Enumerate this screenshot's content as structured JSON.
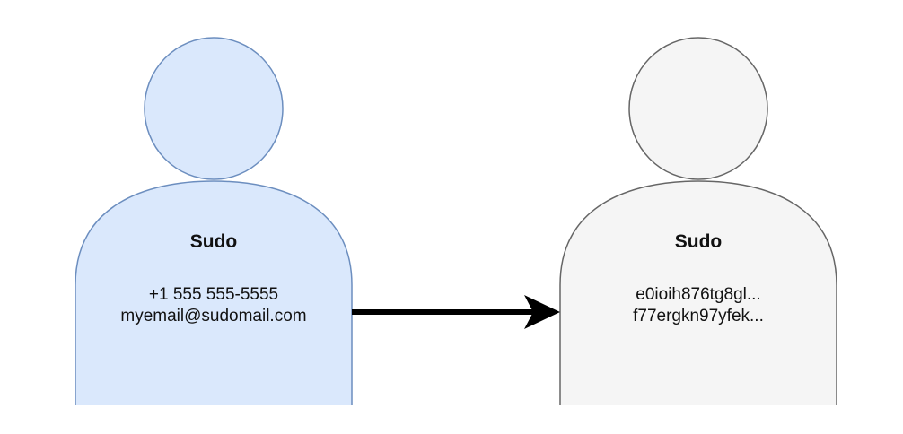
{
  "left_person": {
    "title": "Sudo",
    "line1": "+1 555 555-5555",
    "line2": "myemail@sudomail.com",
    "fill": "#dae8fc",
    "stroke": "#6c8ebf"
  },
  "right_person": {
    "title": "Sudo",
    "line1": "e0ioih876tg8gl...",
    "line2": "f77ergkn97yfek...",
    "fill": "#f5f5f5",
    "stroke": "#666666"
  },
  "arrow": {
    "color": "#000000"
  }
}
